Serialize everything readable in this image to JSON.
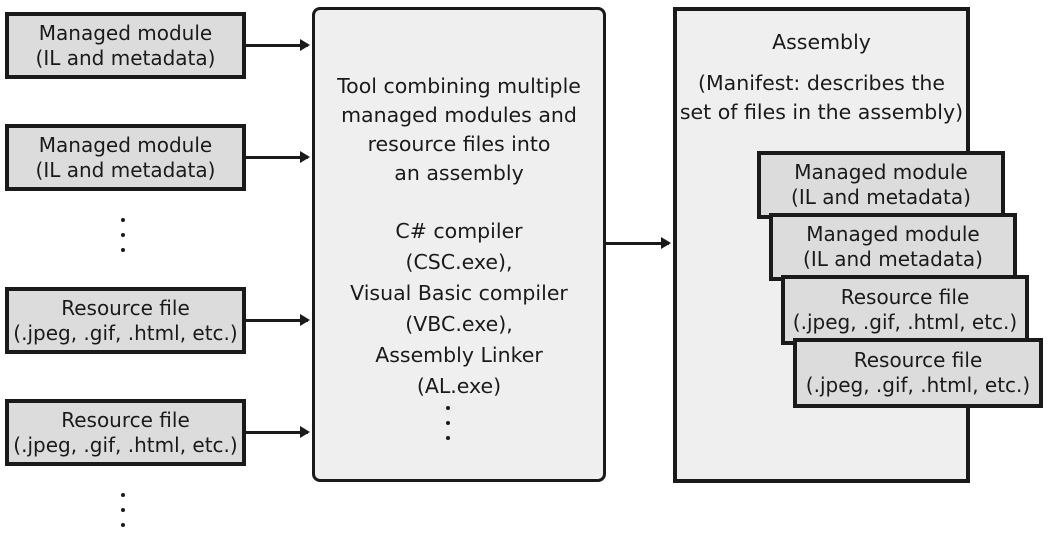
{
  "inputs": [
    {
      "line1": "Managed module",
      "line2": "(IL and metadata)"
    },
    {
      "line1": "Managed module",
      "line2": "(IL and metadata)"
    },
    {
      "line1": "Resource file",
      "line2": "(.jpeg, .gif, .html, etc.)"
    },
    {
      "line1": "Resource file",
      "line2": "(.jpeg, .gif, .html, etc.)"
    }
  ],
  "tool": {
    "description": [
      "Tool combining multiple",
      "managed modules and",
      "resource files into",
      "an assembly"
    ],
    "tools": [
      "C# compiler",
      "(CSC.exe),",
      "Visual Basic compiler",
      "(VBC.exe),",
      "Assembly Linker",
      "(AL.exe)"
    ]
  },
  "assembly": {
    "title": "Assembly",
    "manifest_line1": "(Manifest: describes the",
    "manifest_line2": "set of files in the assembly)",
    "contents": [
      {
        "line1": "Managed module",
        "line2": "(IL and metadata)"
      },
      {
        "line1": "Managed module",
        "line2": "(IL and metadata)"
      },
      {
        "line1": "Resource file",
        "line2": "(.jpeg, .gif, .html, etc.)"
      },
      {
        "line1": "Resource file",
        "line2": "(.jpeg, .gif, .html, etc.)"
      }
    ]
  }
}
